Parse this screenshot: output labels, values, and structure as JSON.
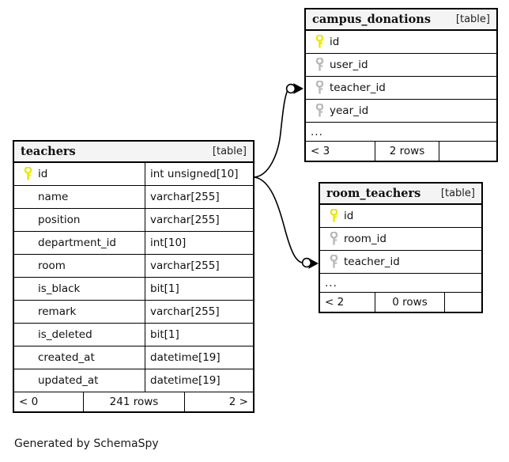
{
  "diagram": {
    "type": "entity-relationship-diagram",
    "caption": "Generated by SchemaSpy",
    "key_colors": {
      "primary_key": "#e8e800",
      "foreign_key": "#b8b8b8"
    },
    "tables": [
      {
        "id": "teachers",
        "name": "teachers",
        "tag": "[table]",
        "columns": [
          {
            "key": "primary",
            "name": "id",
            "type": "int unsigned[10]"
          },
          {
            "key": "none",
            "name": "name",
            "type": "varchar[255]"
          },
          {
            "key": "none",
            "name": "position",
            "type": "varchar[255]"
          },
          {
            "key": "none",
            "name": "department_id",
            "type": "int[10]"
          },
          {
            "key": "none",
            "name": "room",
            "type": "varchar[255]"
          },
          {
            "key": "none",
            "name": "is_black",
            "type": "bit[1]"
          },
          {
            "key": "none",
            "name": "remark",
            "type": "varchar[255]"
          },
          {
            "key": "none",
            "name": "is_deleted",
            "type": "bit[1]"
          },
          {
            "key": "none",
            "name": "created_at",
            "type": "datetime[19]"
          },
          {
            "key": "none",
            "name": "updated_at",
            "type": "datetime[19]"
          }
        ],
        "has_ellipsis": false,
        "footer": {
          "prev": "< 0",
          "count": "241 rows",
          "next": "2 >"
        }
      },
      {
        "id": "campus_donations",
        "name": "campus_donations",
        "tag": "[table]",
        "columns": [
          {
            "key": "primary",
            "name": "id",
            "type": ""
          },
          {
            "key": "foreign",
            "name": "user_id",
            "type": ""
          },
          {
            "key": "foreign",
            "name": "teacher_id",
            "type": ""
          },
          {
            "key": "foreign",
            "name": "year_id",
            "type": ""
          }
        ],
        "has_ellipsis": true,
        "ellipsis": "...",
        "footer": {
          "prev": "< 3",
          "count": "2 rows",
          "next": ""
        }
      },
      {
        "id": "room_teachers",
        "name": "room_teachers",
        "tag": "[table]",
        "columns": [
          {
            "key": "primary",
            "name": "id",
            "type": ""
          },
          {
            "key": "foreign",
            "name": "room_id",
            "type": ""
          },
          {
            "key": "foreign",
            "name": "teacher_id",
            "type": ""
          }
        ],
        "has_ellipsis": true,
        "ellipsis": "...",
        "footer": {
          "prev": "< 2",
          "count": "0 rows",
          "next": ""
        }
      }
    ],
    "relationships": [
      {
        "from_table": "teachers",
        "from_column": "id",
        "to_table": "campus_donations",
        "to_column": "teacher_id",
        "notation": "zero-or-more"
      },
      {
        "from_table": "teachers",
        "from_column": "id",
        "to_table": "room_teachers",
        "to_column": "teacher_id",
        "notation": "zero-or-more"
      }
    ]
  }
}
